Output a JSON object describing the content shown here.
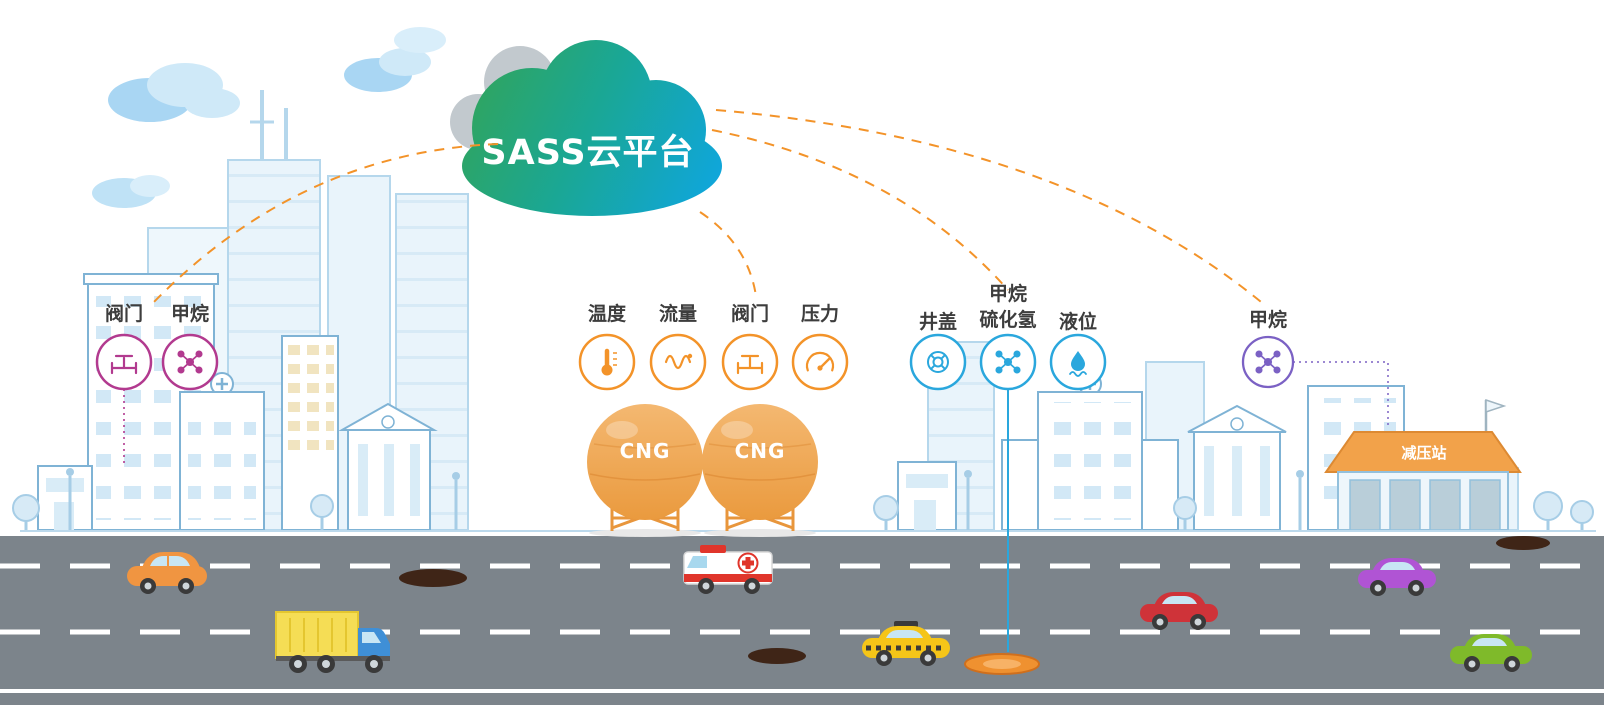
{
  "cloud": {
    "label": "SASS云平台",
    "color_start": "#33a457",
    "color_end": "#0fa6dc"
  },
  "connection_color": "#f39329",
  "sensor_groups": [
    {
      "accent": "#b23a8f",
      "sensors": [
        {
          "label": "阀门",
          "icon": "valve-icon"
        },
        {
          "label": "甲烷",
          "icon": "methane-icon"
        }
      ]
    },
    {
      "accent": "#f39329",
      "sensors": [
        {
          "label": "温度",
          "icon": "thermometer-icon"
        },
        {
          "label": "流量",
          "icon": "flow-icon"
        },
        {
          "label": "阀门",
          "icon": "valve-icon"
        },
        {
          "label": "压力",
          "icon": "gauge-icon"
        }
      ]
    },
    {
      "accent": "#2aa7dd",
      "sensors": [
        {
          "label": "井盖",
          "icon": "manhole-icon"
        },
        {
          "label": "甲烷",
          "label2": "硫化氢",
          "icon": "methane-icon"
        },
        {
          "label": "液位",
          "icon": "liquid-level-icon"
        }
      ]
    },
    {
      "accent": "#7b61c4",
      "sensors": [
        {
          "label": "甲烷",
          "icon": "methane-icon"
        }
      ]
    }
  ],
  "tanks": [
    {
      "label": "CNG"
    },
    {
      "label": "CNG"
    }
  ],
  "station": {
    "label": "减压站",
    "roof_color": "#f2a24a"
  },
  "road": {
    "color": "#7c848b",
    "marking_color": "#ffffff"
  },
  "vehicles": [
    {
      "name": "orange-car",
      "color": "#f09541"
    },
    {
      "name": "delivery-truck",
      "color": "#f5dd55"
    },
    {
      "name": "ambulance",
      "color": "#ffffff"
    },
    {
      "name": "taxi",
      "color": "#f5c518"
    },
    {
      "name": "red-car",
      "color": "#cf3339"
    },
    {
      "name": "purple-car",
      "color": "#b054d4"
    },
    {
      "name": "green-car",
      "color": "#7fba2a"
    }
  ]
}
